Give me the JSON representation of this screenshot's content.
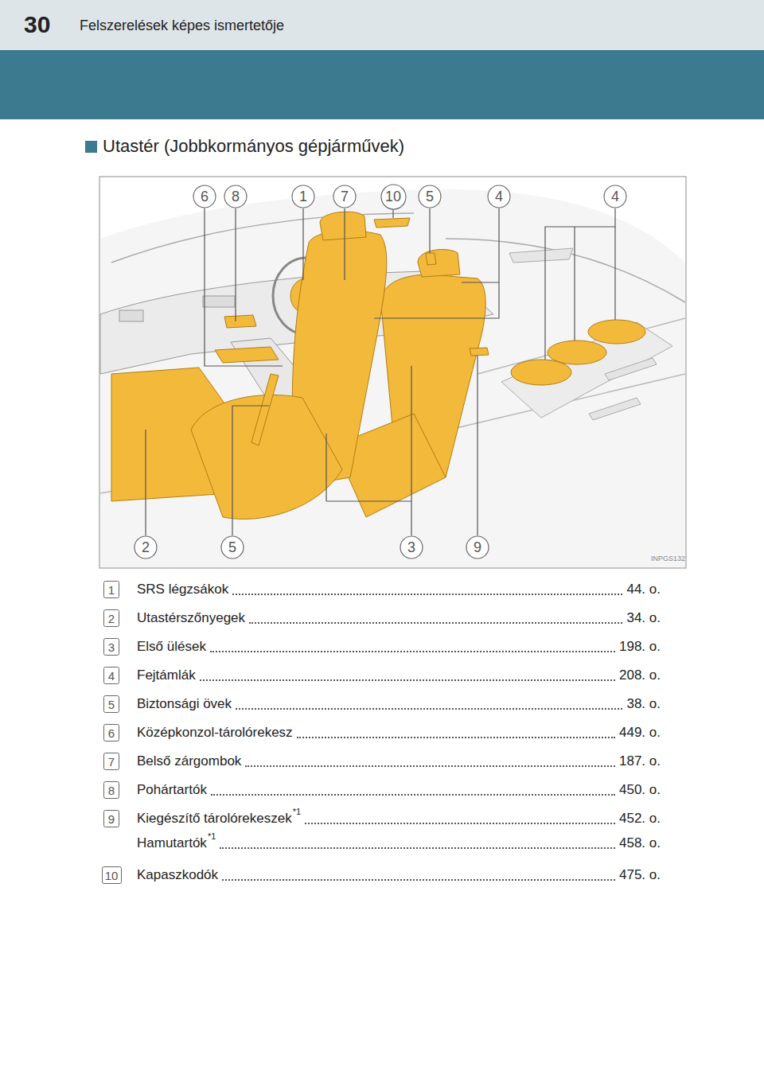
{
  "diagram": {
    "title": "Utastér (Jobbkormányos gépjárművek)",
    "nodes": [
      {
        "text": [
          "30",
          "Felszerelések képes ismertetője"
        ]
      },
      {
        "text": [
          "6"
        ]
      },
      {
        "text": [
          "8"
        ]
      },
      {
        "text": [
          "1"
        ]
      },
      {
        "text": [
          "7"
        ]
      },
      {
        "text": [
          "10"
        ]
      },
      {
        "text": [
          "5"
        ]
      },
      {
        "text": [
          "4"
        ]
      },
      {
        "text": [
          "4"
        ]
      },
      {
        "text": [
          "2"
        ]
      },
      {
        "text": [
          "5"
        ]
      },
      {
        "text": [
          "3"
        ]
      },
      {
        "text": [
          "9"
        ]
      },
      {
        "text": [
          "1"
        ]
      },
      {
        "text": [
          "2"
        ]
      },
      {
        "text": [
          "3"
        ]
      },
      {
        "text": [
          "4"
        ]
      },
      {
        "text": [
          "5"
        ]
      },
      {
        "text": [
          "6"
        ]
      },
      {
        "text": [
          "7"
        ]
      },
      {
        "text": [
          "8"
        ]
      },
      {
        "text": [
          "9"
        ]
      },
      {
        "text": [
          "10"
        ]
      }
    ],
    "labels": [
      "SRS légzsákok",
      "44. o.",
      "Utastérszőnyegek",
      "34. o.",
      "Első ülések",
      "198. o.",
      "Fejtámlák",
      "208. o.",
      "Biztonsági övek",
      "38. o.",
      "Középkonzol-tárolórekesz",
      "449. o.",
      "Belső zárgombok",
      "187. o.",
      "Pohártartók",
      "450. o.",
      "Kiegészítő tárolórekeszek",
      "*1",
      "452. o.",
      "Hamutartók",
      "*1",
      "458. o.",
      "Kapaszkodók",
      "475. o.",
      "INPGS132"
    ]
  }
}
